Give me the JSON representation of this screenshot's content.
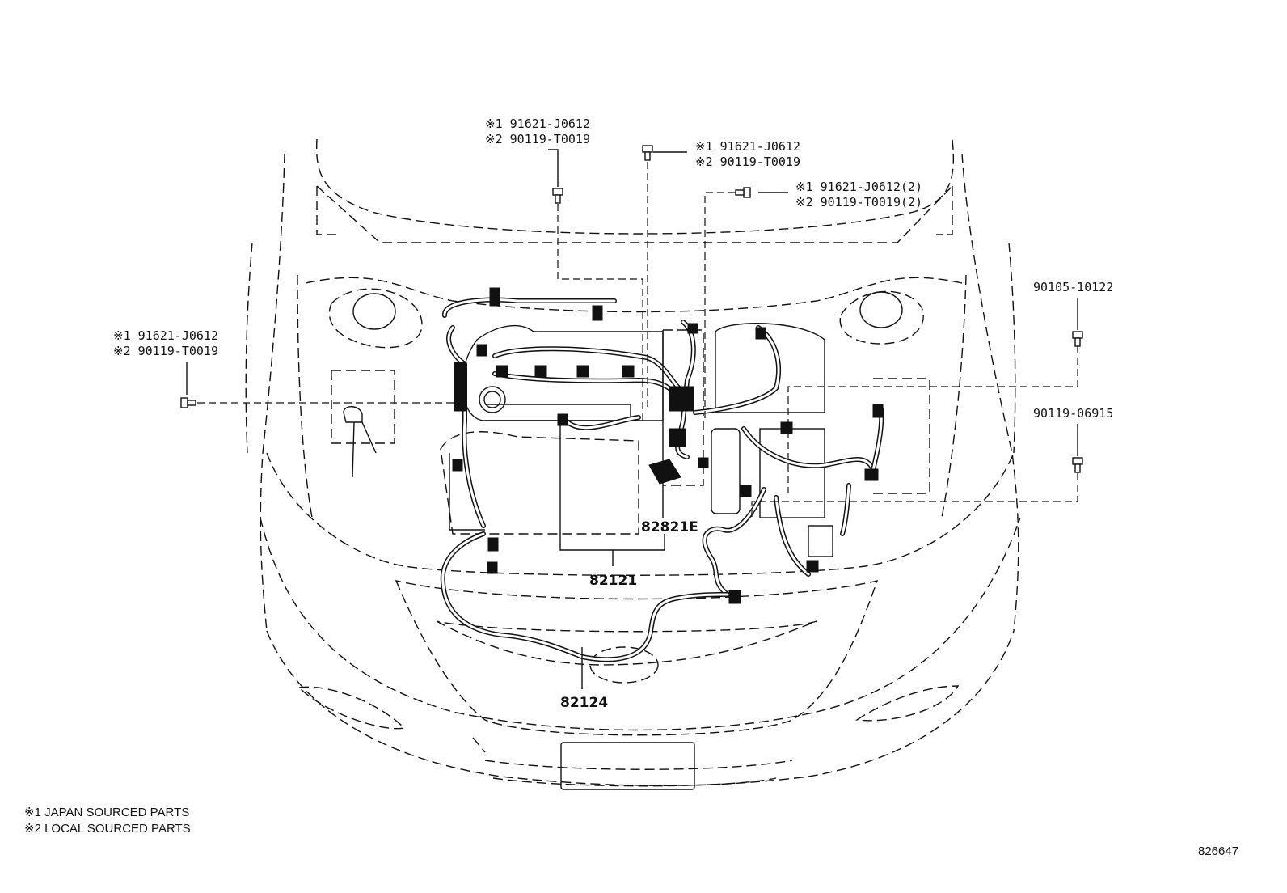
{
  "callouts": [
    {
      "id": "top-left-bolt",
      "line1": "※1 91621-J0612",
      "line2": "※2 90119-T0019"
    },
    {
      "id": "top-center-bolt",
      "line1": "※1 91621-J0612",
      "line2": "※2 90119-T0019"
    },
    {
      "id": "top-right-bolt",
      "line1": "※1 91621-J0612(2)",
      "line2": "※2 90119-T0019(2)"
    },
    {
      "id": "left-bolt",
      "line1": "※1 91621-J0612",
      "line2": "※2 90119-T0019"
    },
    {
      "id": "right-upper-bolt",
      "line1": "90105-10122"
    },
    {
      "id": "right-lower-bolt",
      "line1": "90119-06915"
    }
  ],
  "parts": {
    "engine_room_harness": "82821E",
    "main_harness": "82121",
    "front_harness": "82124"
  },
  "legend": {
    "note1": "※1 JAPAN SOURCED PARTS",
    "note2": "※2 LOCAL SOURCED PARTS"
  },
  "illustration_number": "826647",
  "colors": {
    "line": "#111111",
    "background": "#ffffff"
  }
}
